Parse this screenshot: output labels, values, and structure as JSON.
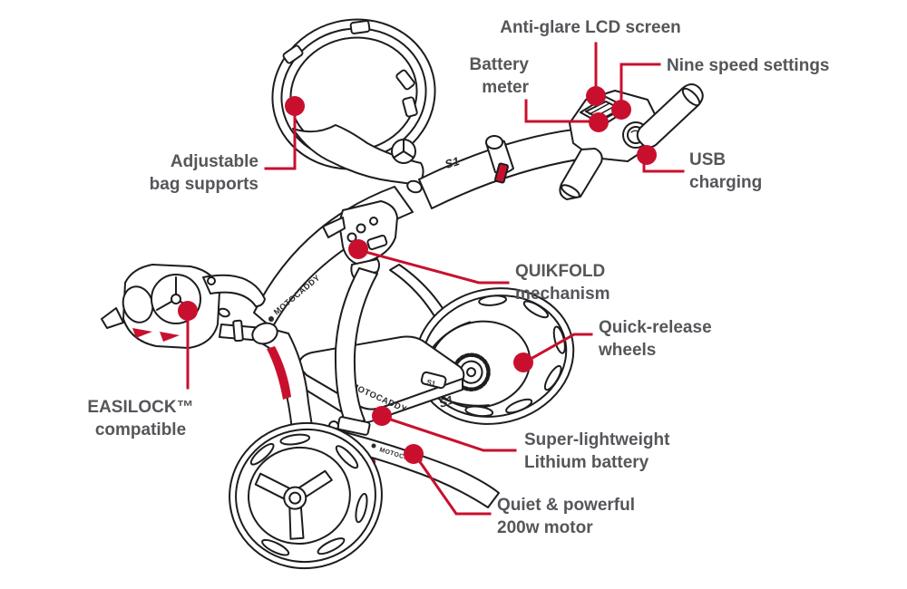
{
  "colors": {
    "accent": "#c8102e",
    "ink": "#1d1d1f",
    "label_text": "#55565a"
  },
  "artwork_text": {
    "brand": "MOTOCADDY",
    "model": "S1"
  },
  "labels": {
    "anti_glare": "Anti-glare LCD screen",
    "battery_meter": "Battery\nmeter",
    "nine_speed": "Nine speed settings",
    "usb": "USB\ncharging",
    "adjustable": "Adjustable\nbag supports",
    "quikfold": "QUIKFOLD\nmechanism",
    "quick_release": "Quick-release\nwheels",
    "easilock": "EASILOCK™\ncompatible",
    "battery": "Super-lightweight\nLithium battery",
    "motor": "Quiet & powerful\n200w motor"
  }
}
